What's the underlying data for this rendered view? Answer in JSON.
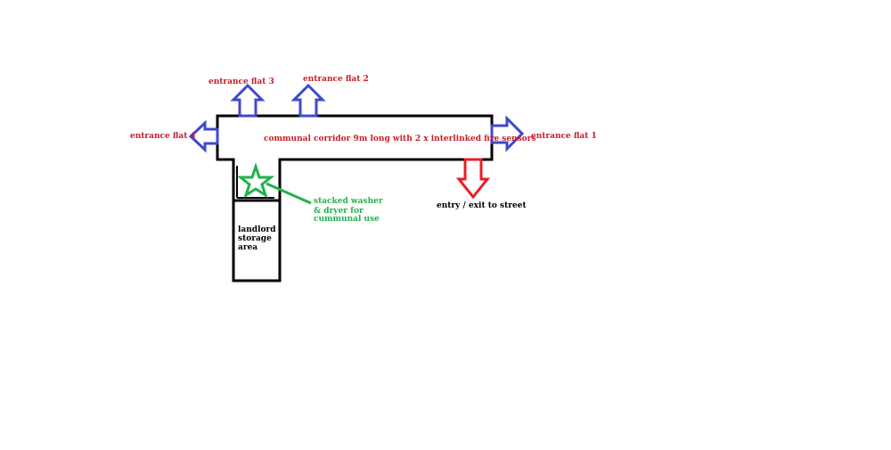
{
  "labels": {
    "corridor": "communal corridor 9m long with 2 x interlinked fire sensors",
    "flat1": "entrance flat 1",
    "flat2": "entrance flat 2",
    "flat3": "entrance flat 3",
    "flat4": "entrance flat 4",
    "entry": "entry / exit to street",
    "washer": [
      "stacked washer",
      "& dryer for",
      "cummunal use"
    ],
    "storage": [
      "landlord",
      "storage",
      "area"
    ]
  },
  "colors": {
    "red_text": "#c81e28",
    "blue_arrow": "#3f48cc",
    "red_arrow": "#ed1c24",
    "green": "#22b14c",
    "outline": "#000000"
  }
}
